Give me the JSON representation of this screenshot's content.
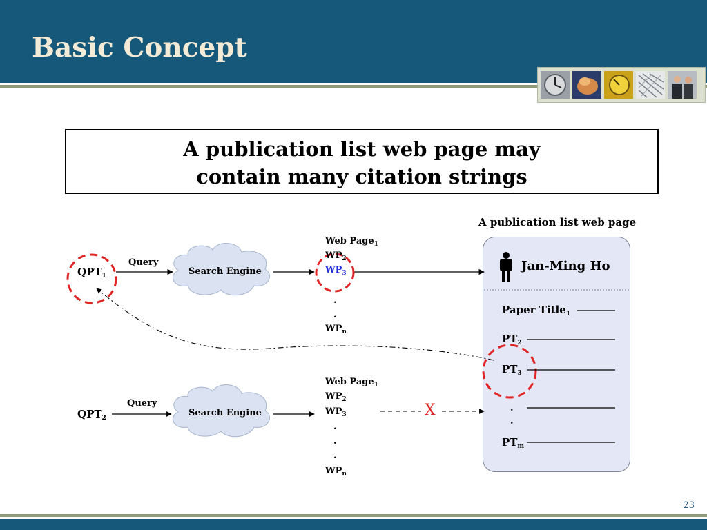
{
  "slide": {
    "title": "Basic Concept",
    "page_number": "23"
  },
  "headline": {
    "line1": "A publication list web page may",
    "line2": "contain many citation strings"
  },
  "flow1": {
    "query_text": "QPT",
    "query_sub": "1",
    "query_label": "Query",
    "engine": "Search Engine",
    "results": {
      "web_page": "Web Page",
      "web_page_sub": "1",
      "wp2": "WP",
      "wp2_sub": "2",
      "wp3": "WP",
      "wp3_sub": "3",
      "dots": ".",
      "wpn": "WP",
      "wpn_sub": "n"
    }
  },
  "flow2": {
    "query_text": "QPT",
    "query_sub": "2",
    "query_label": "Query",
    "engine": "Search Engine",
    "results": {
      "web_page": "Web Page",
      "web_page_sub": "1",
      "wp2": "WP",
      "wp2_sub": "2",
      "wp3": "WP",
      "wp3_sub": "3",
      "dots": ".",
      "wpn": "WP",
      "wpn_sub": "n"
    },
    "no_match_mark": "X"
  },
  "pub_page": {
    "caption": "A publication list web page",
    "author": "Jan-Ming Ho",
    "person_icon": "person-icon",
    "paper_title": "Paper Title",
    "paper_title_sub": "1",
    "pt2": "PT",
    "pt2_sub": "2",
    "pt3": "PT",
    "pt3_sub": "3",
    "dots": ".",
    "ptm": "PT",
    "ptm_sub": "m"
  },
  "colors": {
    "header": "#15587a",
    "title_text": "#f4ebd7",
    "accent_line": "#8e9a78",
    "highlight_circle": "#e02626",
    "highlight_text": "#1f2bd6",
    "page_box": "#e3e7f6",
    "cloud": "#dbe3f2"
  }
}
